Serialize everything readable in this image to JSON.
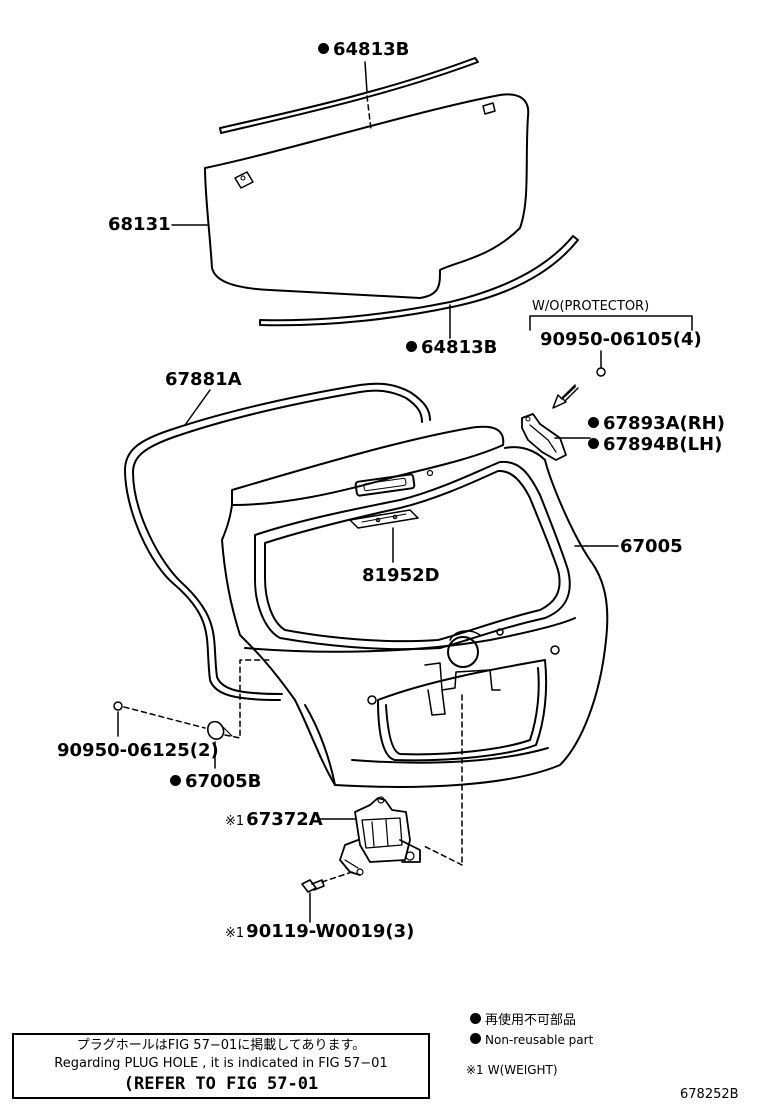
{
  "labels": {
    "p64813b_top": "64813B",
    "p68131": "68131",
    "p64813b_bottom": "64813B",
    "wo_protector": "W/O(PROTECTOR)",
    "p90950_06105": "90950-06105(4)",
    "p67881a": "67881A",
    "p67893a": "67893A(RH)",
    "p67894b": "67894B(LH)",
    "p67005": "67005",
    "p81952d": "81952D",
    "p90950_06125": "90950-06125(2)",
    "p67005b": "67005B",
    "p67372a": "67372A",
    "p90119": "90119-W0019(3)"
  },
  "weight_mark": "※1",
  "legend": {
    "nonreusable_jp": "再使用不可部品",
    "nonreusable_en": "Non-reusable part",
    "weight_mark": "※1",
    "weight_text": "W(WEIGHT)"
  },
  "note": {
    "line1": "プラグホールはFIG 57−01に掲載してあります。",
    "line2": "Regarding PLUG HOLE , it is indicated in FIG 57−01",
    "line3": "(REFER TO FIG 57-01"
  },
  "figure_id": "678252B"
}
